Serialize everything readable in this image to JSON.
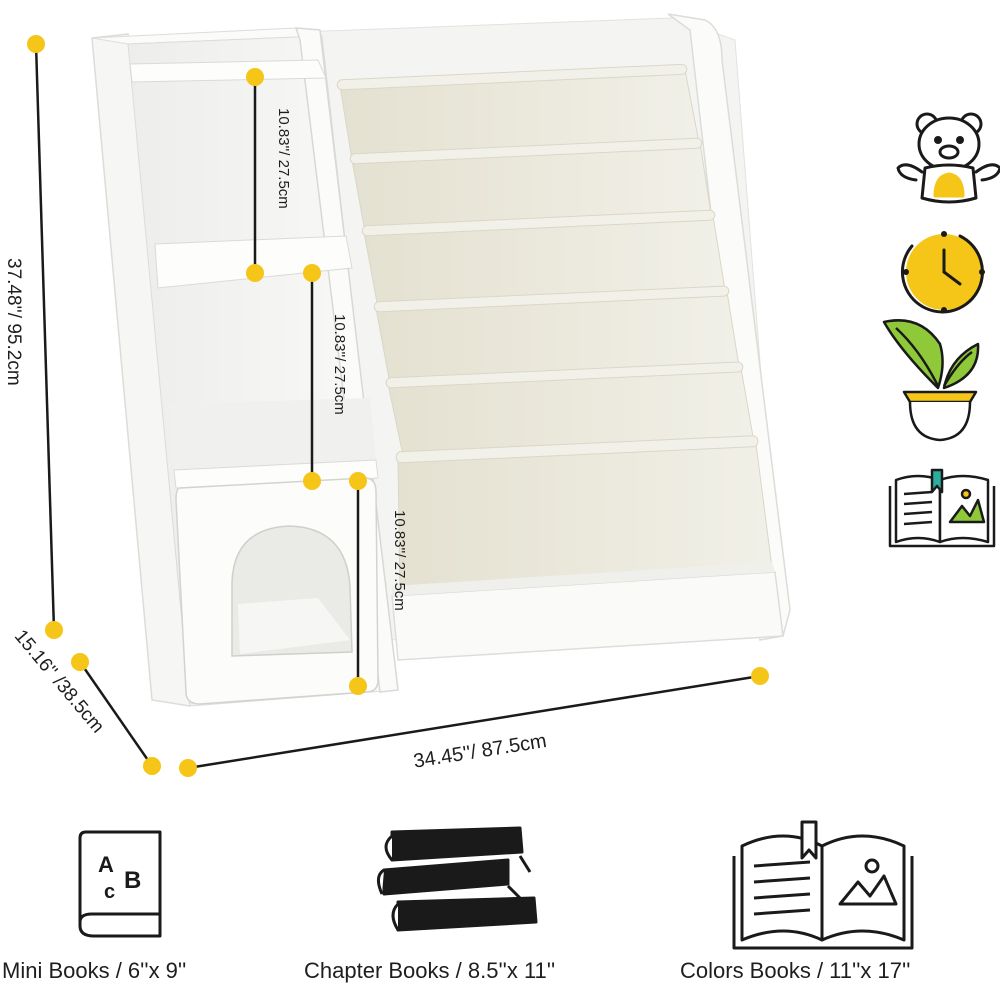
{
  "dimensions": {
    "height": "37.48''/ 95.2cm",
    "depth": "15.16'' /38.5cm",
    "width": "34.45''/ 87.5cm",
    "shelf_top": "10.83''/ 27.5cm",
    "shelf_middle": "10.83''/ 27.5cm",
    "shelf_bottom": "10.83''/ 27.5cm"
  },
  "side_icons": [
    "bear-icon",
    "clock-icon",
    "plant-pot-icon",
    "open-book-icon"
  ],
  "book_types": [
    {
      "label": "Mini Books / 6''x 9''",
      "icon": "abc-book-icon"
    },
    {
      "label": "Chapter Books / 8.5''x 11''",
      "icon": "book-stack-icon"
    },
    {
      "label": "Colors Books / 11''x 17''",
      "icon": "open-picture-book-icon"
    }
  ],
  "colors": {
    "accent": "#F5C518",
    "shelf": "#F7F7F6",
    "fabric": "#E9E7D9",
    "line": "#1A1A1A"
  }
}
